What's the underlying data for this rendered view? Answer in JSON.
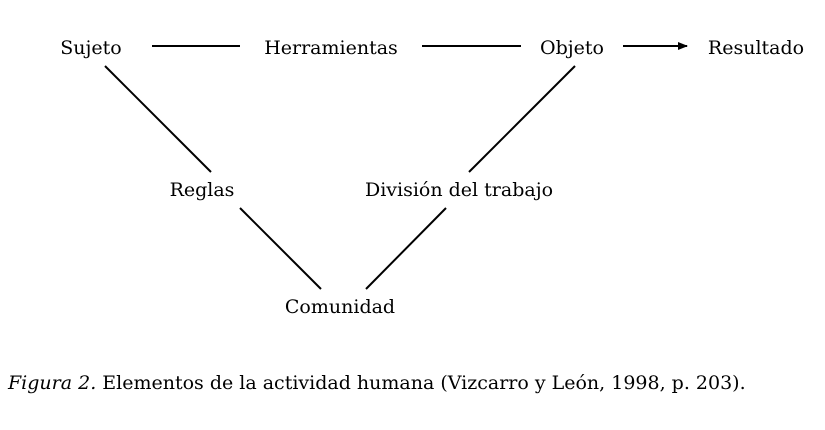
{
  "diagram": {
    "nodes": {
      "sujeto": "Sujeto",
      "herramientas": "Herramientas",
      "objeto": "Objeto",
      "resultado": "Resultado",
      "reglas": "Reglas",
      "division": "División del trabajo",
      "comunidad": "Comunidad"
    },
    "edges": [
      {
        "from": "sujeto",
        "to": "herramientas",
        "arrow": false
      },
      {
        "from": "herramientas",
        "to": "objeto",
        "arrow": false
      },
      {
        "from": "objeto",
        "to": "resultado",
        "arrow": true
      },
      {
        "from": "sujeto",
        "to": "reglas",
        "arrow": false
      },
      {
        "from": "reglas",
        "to": "comunidad",
        "arrow": false
      },
      {
        "from": "objeto",
        "to": "division",
        "arrow": false
      },
      {
        "from": "division",
        "to": "comunidad",
        "arrow": false
      }
    ],
    "line_color": "#000000"
  },
  "caption": {
    "label": "Figura 2.",
    "text": " Elementos de la actividad humana (Vizcarro y León, 1998, p. 203)."
  }
}
